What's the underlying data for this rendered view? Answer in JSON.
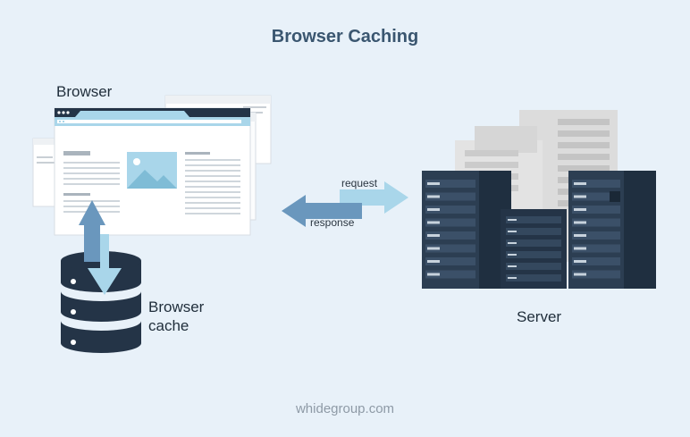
{
  "title": "Browser Caching",
  "nodes": {
    "browser": "Browser",
    "browser_cache_line1": "Browser",
    "browser_cache_line2": "cache",
    "server": "Server"
  },
  "arrows": {
    "request": "request",
    "response": "response"
  },
  "footer": "whidegroup.com",
  "colors": {
    "background": "#e8f1f9",
    "dark_navy": "#243447",
    "arrow_light": "#a9d6ea",
    "arrow_mid": "#6a97bd",
    "server_gray": "#dcdcdc"
  }
}
